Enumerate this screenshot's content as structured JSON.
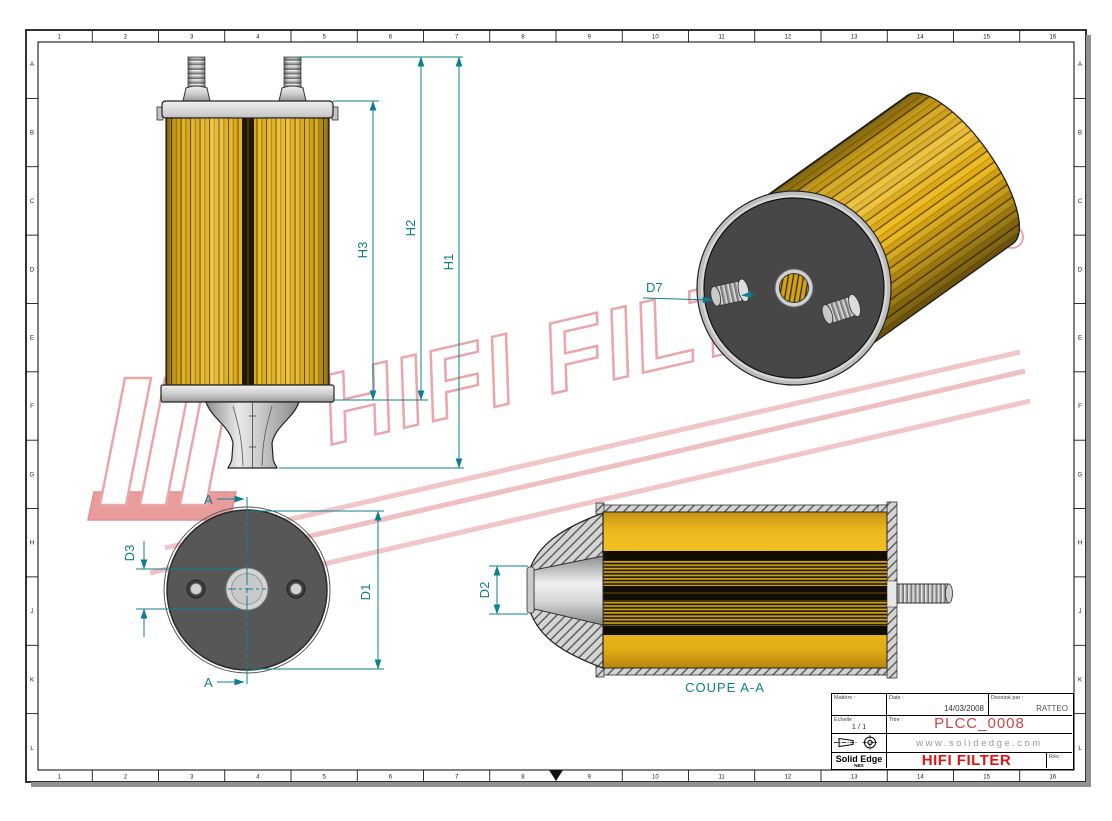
{
  "sheet": {
    "zone_columns": [
      "1",
      "2",
      "3",
      "4",
      "5",
      "6",
      "7",
      "8",
      "9",
      "10",
      "11",
      "12",
      "13",
      "14",
      "15",
      "16"
    ],
    "zone_rows": [
      "A",
      "B",
      "C",
      "D",
      "E",
      "F",
      "G",
      "H",
      "J",
      "K",
      "L"
    ]
  },
  "watermark": {
    "brand": "HIFI FILTER",
    "registered": "R"
  },
  "dimensions": {
    "h1": "H1",
    "h2": "H2",
    "h3": "H3",
    "d1": "D1",
    "d2": "D2",
    "d3": "D3",
    "d7": "D7"
  },
  "section": {
    "label_a_top": "A",
    "label_a_bottom": "A",
    "title": "COUPE A-A"
  },
  "title_block": {
    "material_label": "Matière :",
    "date_label": "Date :",
    "date_value": "14/03/2008",
    "drawn_label": "Dessiné par :",
    "drawn_value": "RATTEO",
    "scale_label": "Echelle :",
    "scale_value": "1 / 1",
    "title_label": "Titre :",
    "drawing_number": "PLCC_0008",
    "website": "www.solidedge.com",
    "software": "Solid Edge",
    "software_sub": "NBS",
    "company": "HIFI FILTER",
    "rev_label": "Rév :"
  },
  "colors": {
    "dimension_teal": "#0e7f8f",
    "brand_red": "#e01414",
    "drawing_red": "#cc4545",
    "filter_yellow": "#eeb71d",
    "watermark_pink": "#eaa6ab"
  }
}
